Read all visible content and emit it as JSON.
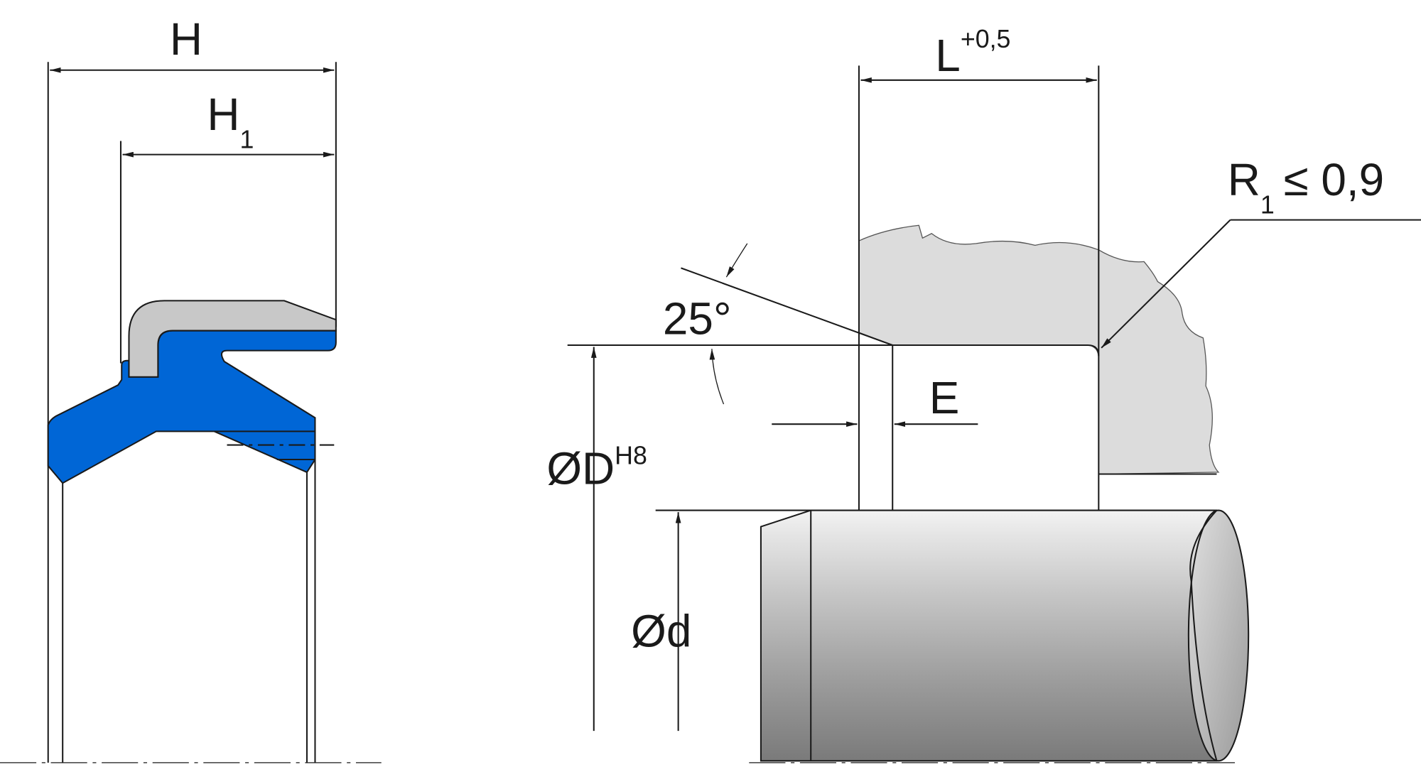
{
  "colors": {
    "seal_blue": "#0066d6",
    "insert_gray": "#c8c8c8",
    "housing_gray": "#dcdcdc",
    "line": "#1a1a1a"
  },
  "seal_view": {
    "dim_h": "H",
    "dim_h1": {
      "base": "H",
      "sub": "1"
    }
  },
  "groove_view": {
    "dim_l": {
      "base": "L",
      "sup": "+0,5"
    },
    "radius": {
      "base": "R",
      "sub": "1",
      "rest": "≤ 0,9"
    },
    "angle": "25°",
    "dim_e": "E",
    "dim_bore": {
      "base": "ØD",
      "sup": "H8"
    },
    "dim_rod": "Ød"
  }
}
